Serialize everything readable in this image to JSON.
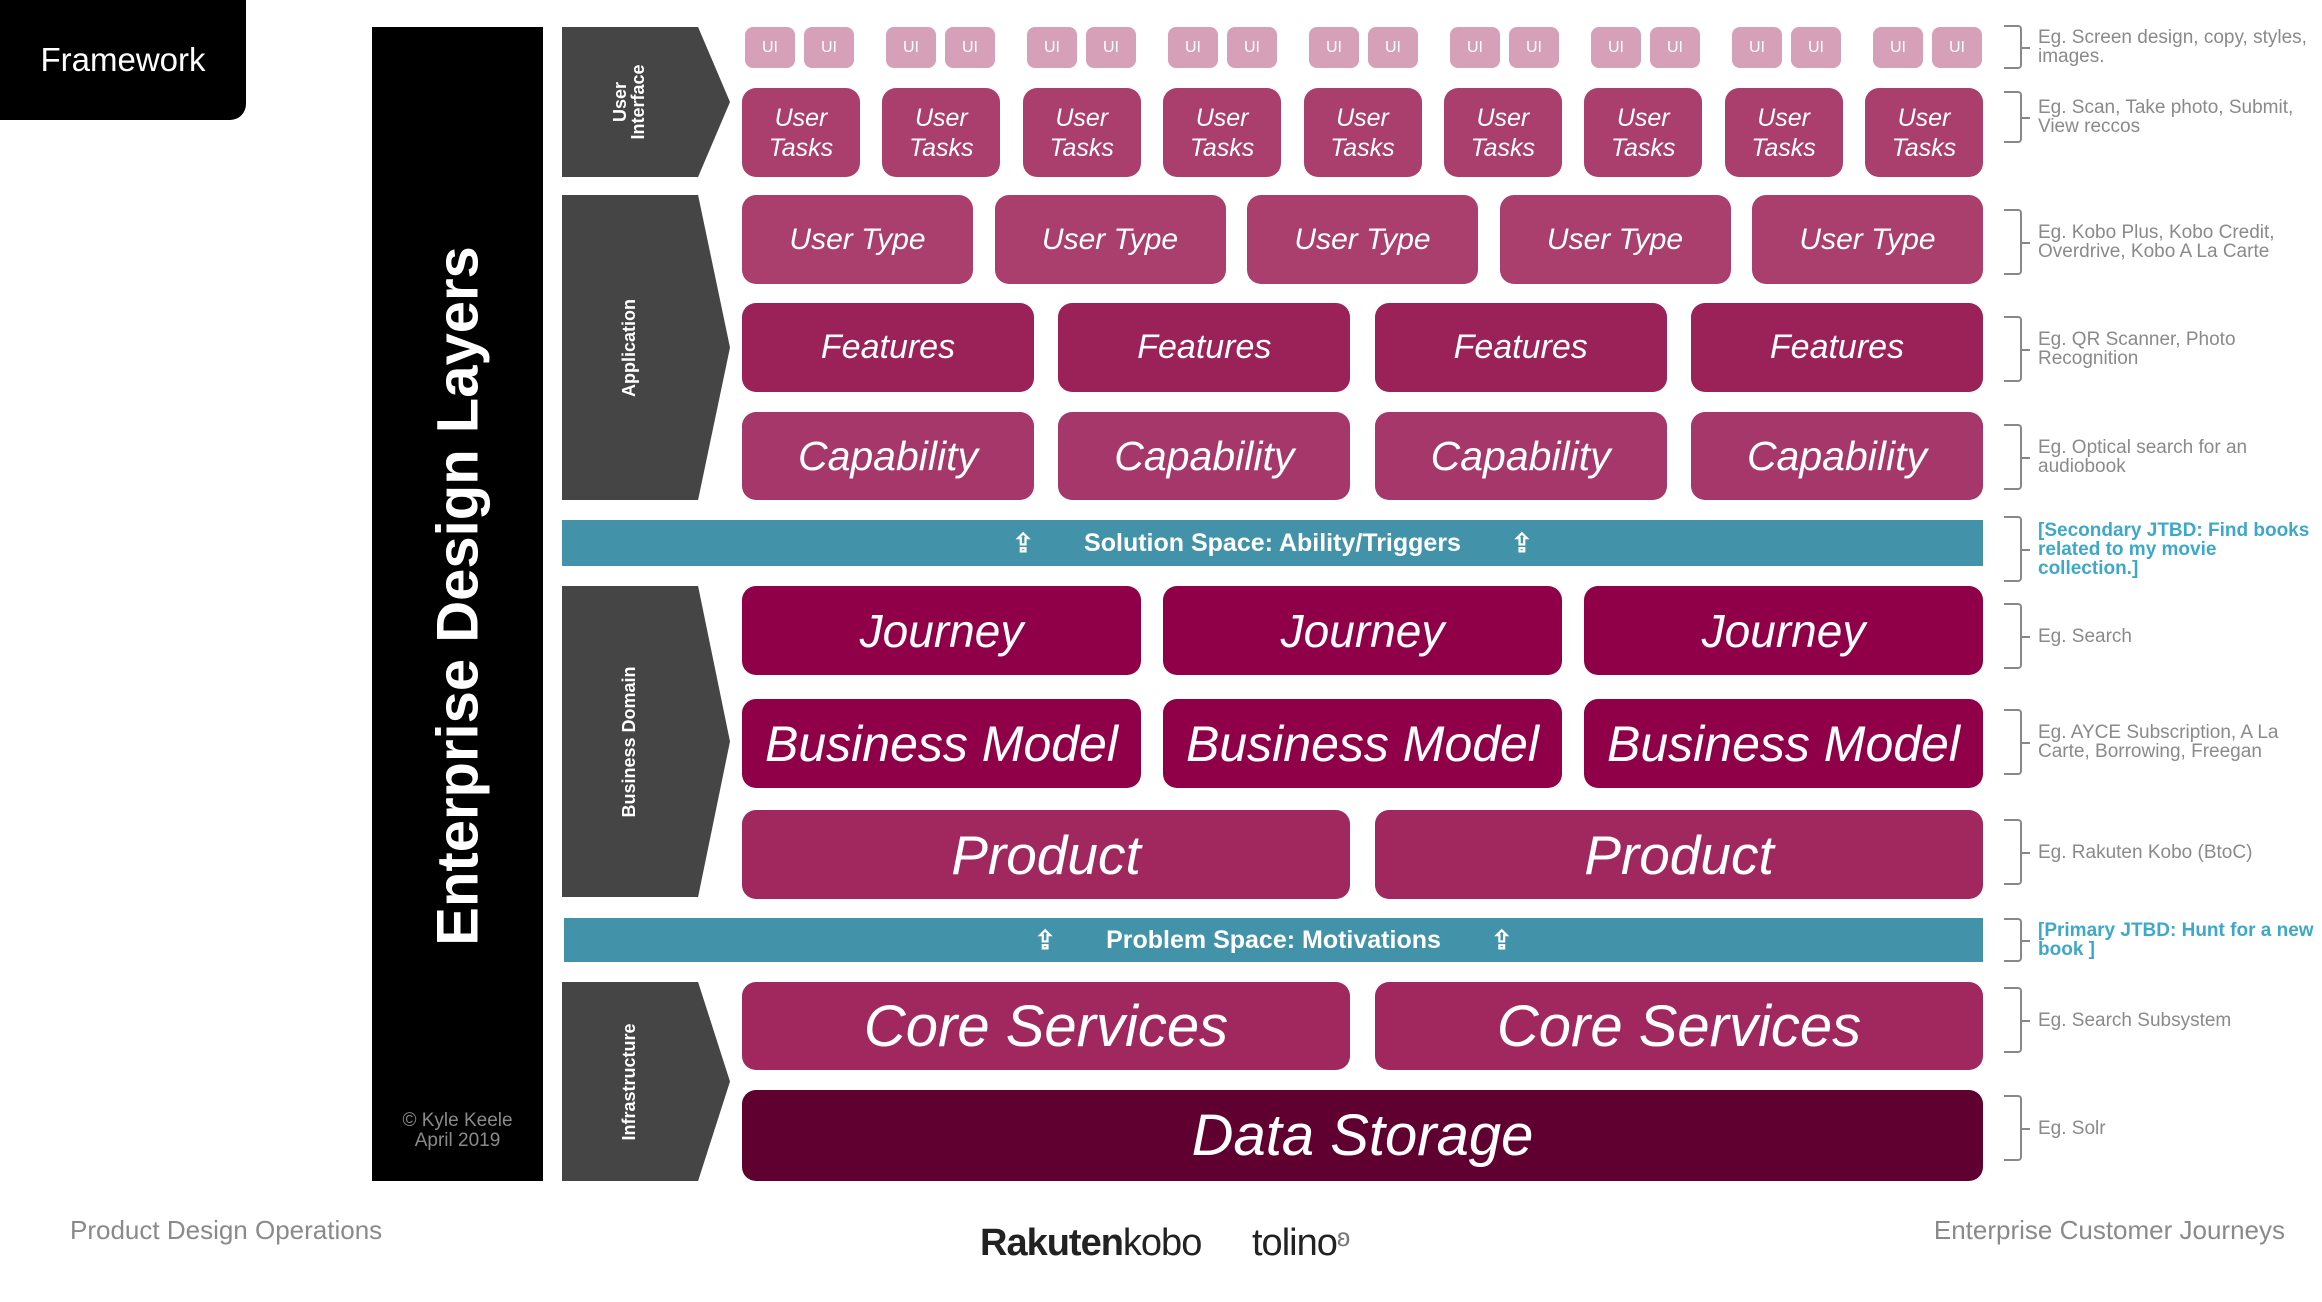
{
  "tab_label": "Framework",
  "title": "Enterprise Design Layers",
  "copyright": [
    "© Kyle Keele",
    "April 2019"
  ],
  "layers": [
    "User Interface",
    "Application",
    "Business Domain",
    "Infrastructure"
  ],
  "colors": {
    "ui": "#d6a0b8",
    "tasks": "#aa3f6e",
    "type": "#aa3f6e",
    "features": "#9b2258",
    "capability": "#a5376a",
    "journey": "#900049",
    "model": "#900049",
    "product": "#a0285e",
    "core": "#a0285e",
    "storage": "#600030",
    "band": "#4293a9",
    "chevron": "#454545"
  },
  "ui_label": "UI",
  "ui_pairs": 9,
  "rows": {
    "tasks": [
      "User Tasks",
      "User Tasks",
      "User Tasks",
      "User Tasks",
      "User Tasks",
      "User Tasks",
      "User Tasks",
      "User Tasks",
      "User Tasks"
    ],
    "type": [
      "User Type",
      "User Type",
      "User Type",
      "User Type",
      "User Type"
    ],
    "features": [
      "Features",
      "Features",
      "Features",
      "Features"
    ],
    "capability": [
      "Capability",
      "Capability",
      "Capability",
      "Capability"
    ],
    "journey": [
      "Journey",
      "Journey",
      "Journey"
    ],
    "model": [
      "Business Model",
      "Business Model",
      "Business Model"
    ],
    "product": [
      "Product",
      "Product"
    ],
    "core": [
      "Core Services",
      "Core Services"
    ],
    "storage": [
      "Data Storage"
    ]
  },
  "bands": {
    "solution": "Solution Space: Ability/Triggers",
    "problem": "Problem Space: Motivations",
    "arrow_icon": "up-arrow-outline"
  },
  "notes": [
    {
      "text": "Eg. Screen design, copy, styles, images."
    },
    {
      "text": "Eg. Scan, Take photo, Submit, View reccos"
    },
    {
      "text": "Eg. Kobo Plus, Kobo Credit, Overdrive, Kobo A La Carte"
    },
    {
      "text": "Eg. QR Scanner, Photo Recognition"
    },
    {
      "text": "Eg. Optical search for an audiobook"
    },
    {
      "text": "[Secondary JTBD: Find books related to my movie collection.]",
      "jtbd": true
    },
    {
      "text": "Eg. Search"
    },
    {
      "text": "Eg. AYCE Subscription, A La Carte, Borrowing, Freegan"
    },
    {
      "text": "Eg. Rakuten Kobo (BtoC)"
    },
    {
      "text": "[Primary JTBD: Hunt for a new book ]",
      "jtbd": true
    },
    {
      "text": "Eg. Search Subsystem"
    },
    {
      "text": "Eg. Solr"
    }
  ],
  "footer": {
    "left": "Product Design Operations",
    "right": "Enterprise Customer Journeys",
    "logos": [
      "Rakuten kobo",
      "tolino"
    ]
  }
}
